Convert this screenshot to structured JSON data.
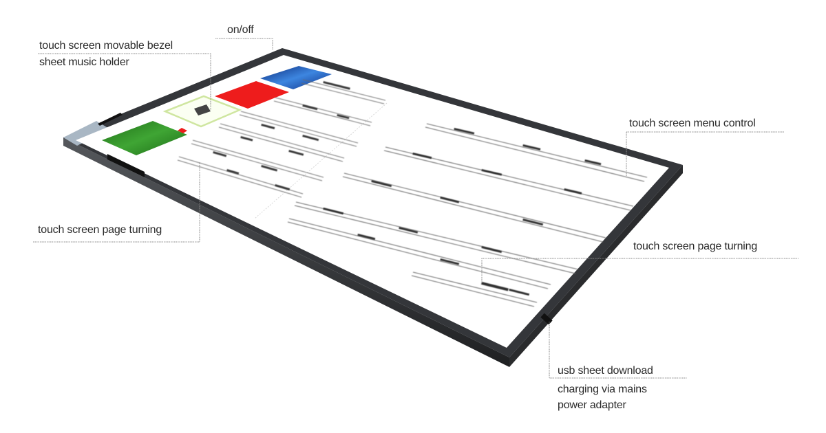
{
  "diagram": {
    "subject": "digital sheet music tablet",
    "colors": {
      "bezel_dark": "#2e2f31",
      "bezel_edge": "#4a4c50",
      "bezel_silver": "#a9b7c4",
      "screen": "#ffffff",
      "leader_line": "#8a8a8a",
      "label_text": "#2a2a2a",
      "thumb_blue": "#1a4fb0",
      "thumb_red": "#ee1c1c",
      "thumb_green": "#2a8a22",
      "thumb_selected_border": "#cfe6a0"
    },
    "callouts": [
      {
        "id": "on-off",
        "text": "on/off"
      },
      {
        "id": "bezel",
        "text": "touch screen movable bezel"
      },
      {
        "id": "holder",
        "text": "sheet music holder"
      },
      {
        "id": "menu",
        "text": "touch screen menu control"
      },
      {
        "id": "page-left",
        "text": "touch screen page turning"
      },
      {
        "id": "page-right",
        "text": "touch screen page turning"
      },
      {
        "id": "usb",
        "text": "usb sheet download"
      },
      {
        "id": "charging-1",
        "text": "charging via mains"
      },
      {
        "id": "charging-2",
        "text": "power adapter"
      }
    ],
    "screen": {
      "thumbnails": [
        "green",
        "selected",
        "red",
        "blue"
      ],
      "pages": 2
    }
  }
}
